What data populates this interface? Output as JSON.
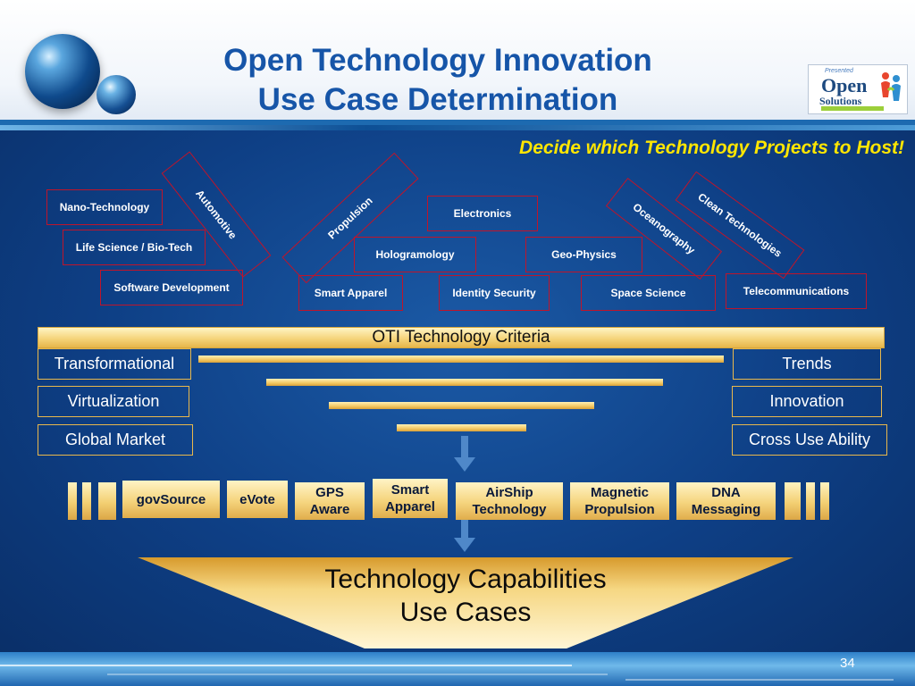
{
  "slide": {
    "title_line1": "Open Technology Innovation",
    "title_line2": "Use Case Determination",
    "brand_small": "Presented",
    "brand_open": "Open",
    "brand_solutions": "Solutions",
    "tagline": "Decide which Technology Projects to Host!",
    "page_number": "34"
  },
  "projects": {
    "nano": "Nano-Technology",
    "life": "Life Science / Bio-Tech",
    "software": "Software Development",
    "automotive": "Automotive",
    "propulsion": "Propulsion",
    "electronics": "Electronics",
    "holo": "Hologramology",
    "geo": "Geo-Physics",
    "smart_apparel": "Smart Apparel",
    "identity": "Identity Security",
    "space": "Space Science",
    "ocean": "Oceanography",
    "clean": "Clean Technologies",
    "telecom": "Telecommunications"
  },
  "criteria": {
    "header": "OTI Technology Criteria",
    "left": [
      "Transformational",
      "Virtualization",
      "Global Market"
    ],
    "right": [
      "Trends",
      "Innovation",
      "Cross Use Ability"
    ]
  },
  "capabilities": [
    "govSource",
    "eVote",
    "GPS Aware",
    "Smart Apparel",
    "AirShip Technology",
    "Magnetic Propulsion",
    "DNA Messaging"
  ],
  "output": {
    "line1": "Technology Capabilities",
    "line2": "Use Cases"
  },
  "colors": {
    "title": "#1655a8",
    "tagline": "#ffe600",
    "box_border": "#c0142a",
    "gold": "#f5d47b",
    "panel": "#0e3f85"
  }
}
